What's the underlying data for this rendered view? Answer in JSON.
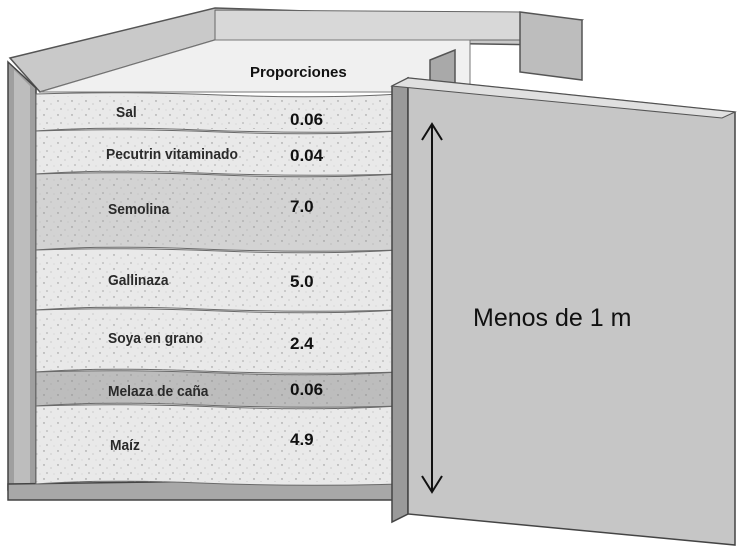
{
  "diagram": {
    "heading": "Proporciones",
    "measurement_label": "Menos de 1 m",
    "layers": [
      {
        "name": "Sal",
        "value": "0.06"
      },
      {
        "name": "Pecutrin vitaminado",
        "value": "0.04"
      },
      {
        "name": "Semolina",
        "value": "7.0"
      },
      {
        "name": "Gallinaza",
        "value": "5.0"
      },
      {
        "name": "Soya en grano",
        "value": "2.4"
      },
      {
        "name": "Melaza de caña",
        "value": "0.06"
      },
      {
        "name": "Maíz",
        "value": "4.9"
      }
    ],
    "colors": {
      "frame": "#b9b9b9",
      "frame_dark": "#555555",
      "board": "#c4c4c4",
      "layer_light": "#e9e9e9",
      "layer_mid": "#d3d3d3",
      "layer_dark": "#bdbdbd"
    }
  }
}
